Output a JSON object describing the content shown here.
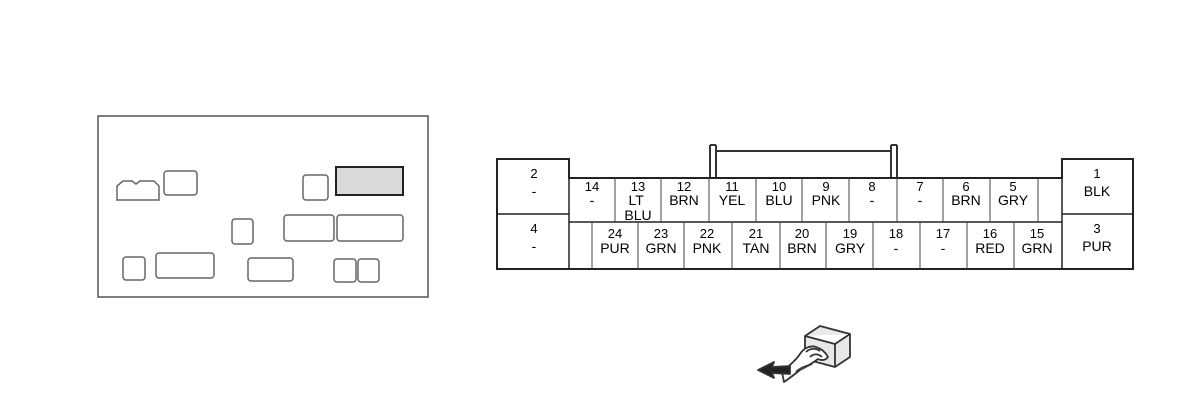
{
  "connector": {
    "large_cavities": [
      {
        "pin": "2",
        "color": "-",
        "slot": "left-top"
      },
      {
        "pin": "4",
        "color": "-",
        "slot": "left-bottom"
      },
      {
        "pin": "1",
        "color": "BLK",
        "slot": "right-top"
      },
      {
        "pin": "3",
        "color": "PUR",
        "slot": "right-bottom"
      }
    ],
    "top_row": [
      {
        "pin": "14",
        "color": "-"
      },
      {
        "pin": "13",
        "color": "LT BLU"
      },
      {
        "pin": "12",
        "color": "BRN"
      },
      {
        "pin": "11",
        "color": "YEL"
      },
      {
        "pin": "10",
        "color": "BLU"
      },
      {
        "pin": "9",
        "color": "PNK"
      },
      {
        "pin": "8",
        "color": "-"
      },
      {
        "pin": "7",
        "color": "-"
      },
      {
        "pin": "6",
        "color": "BRN"
      },
      {
        "pin": "5",
        "color": "GRY"
      }
    ],
    "bottom_row": [
      {
        "pin": "24",
        "color": "PUR"
      },
      {
        "pin": "23",
        "color": "GRN"
      },
      {
        "pin": "22",
        "color": "PNK"
      },
      {
        "pin": "21",
        "color": "TAN"
      },
      {
        "pin": "20",
        "color": "BRN"
      },
      {
        "pin": "19",
        "color": "GRY"
      },
      {
        "pin": "18",
        "color": "-"
      },
      {
        "pin": "17",
        "color": "-"
      },
      {
        "pin": "16",
        "color": "RED"
      },
      {
        "pin": "15",
        "color": "GRN"
      }
    ]
  },
  "locator": {
    "highlighted_connector": "top-right slot"
  },
  "icons": [
    "connector-locator-icon",
    "hand-pushing-connector-icon"
  ],
  "colors": {
    "line": "#333333",
    "highlight_fill": "#d9d9d9",
    "background": "#ffffff"
  }
}
